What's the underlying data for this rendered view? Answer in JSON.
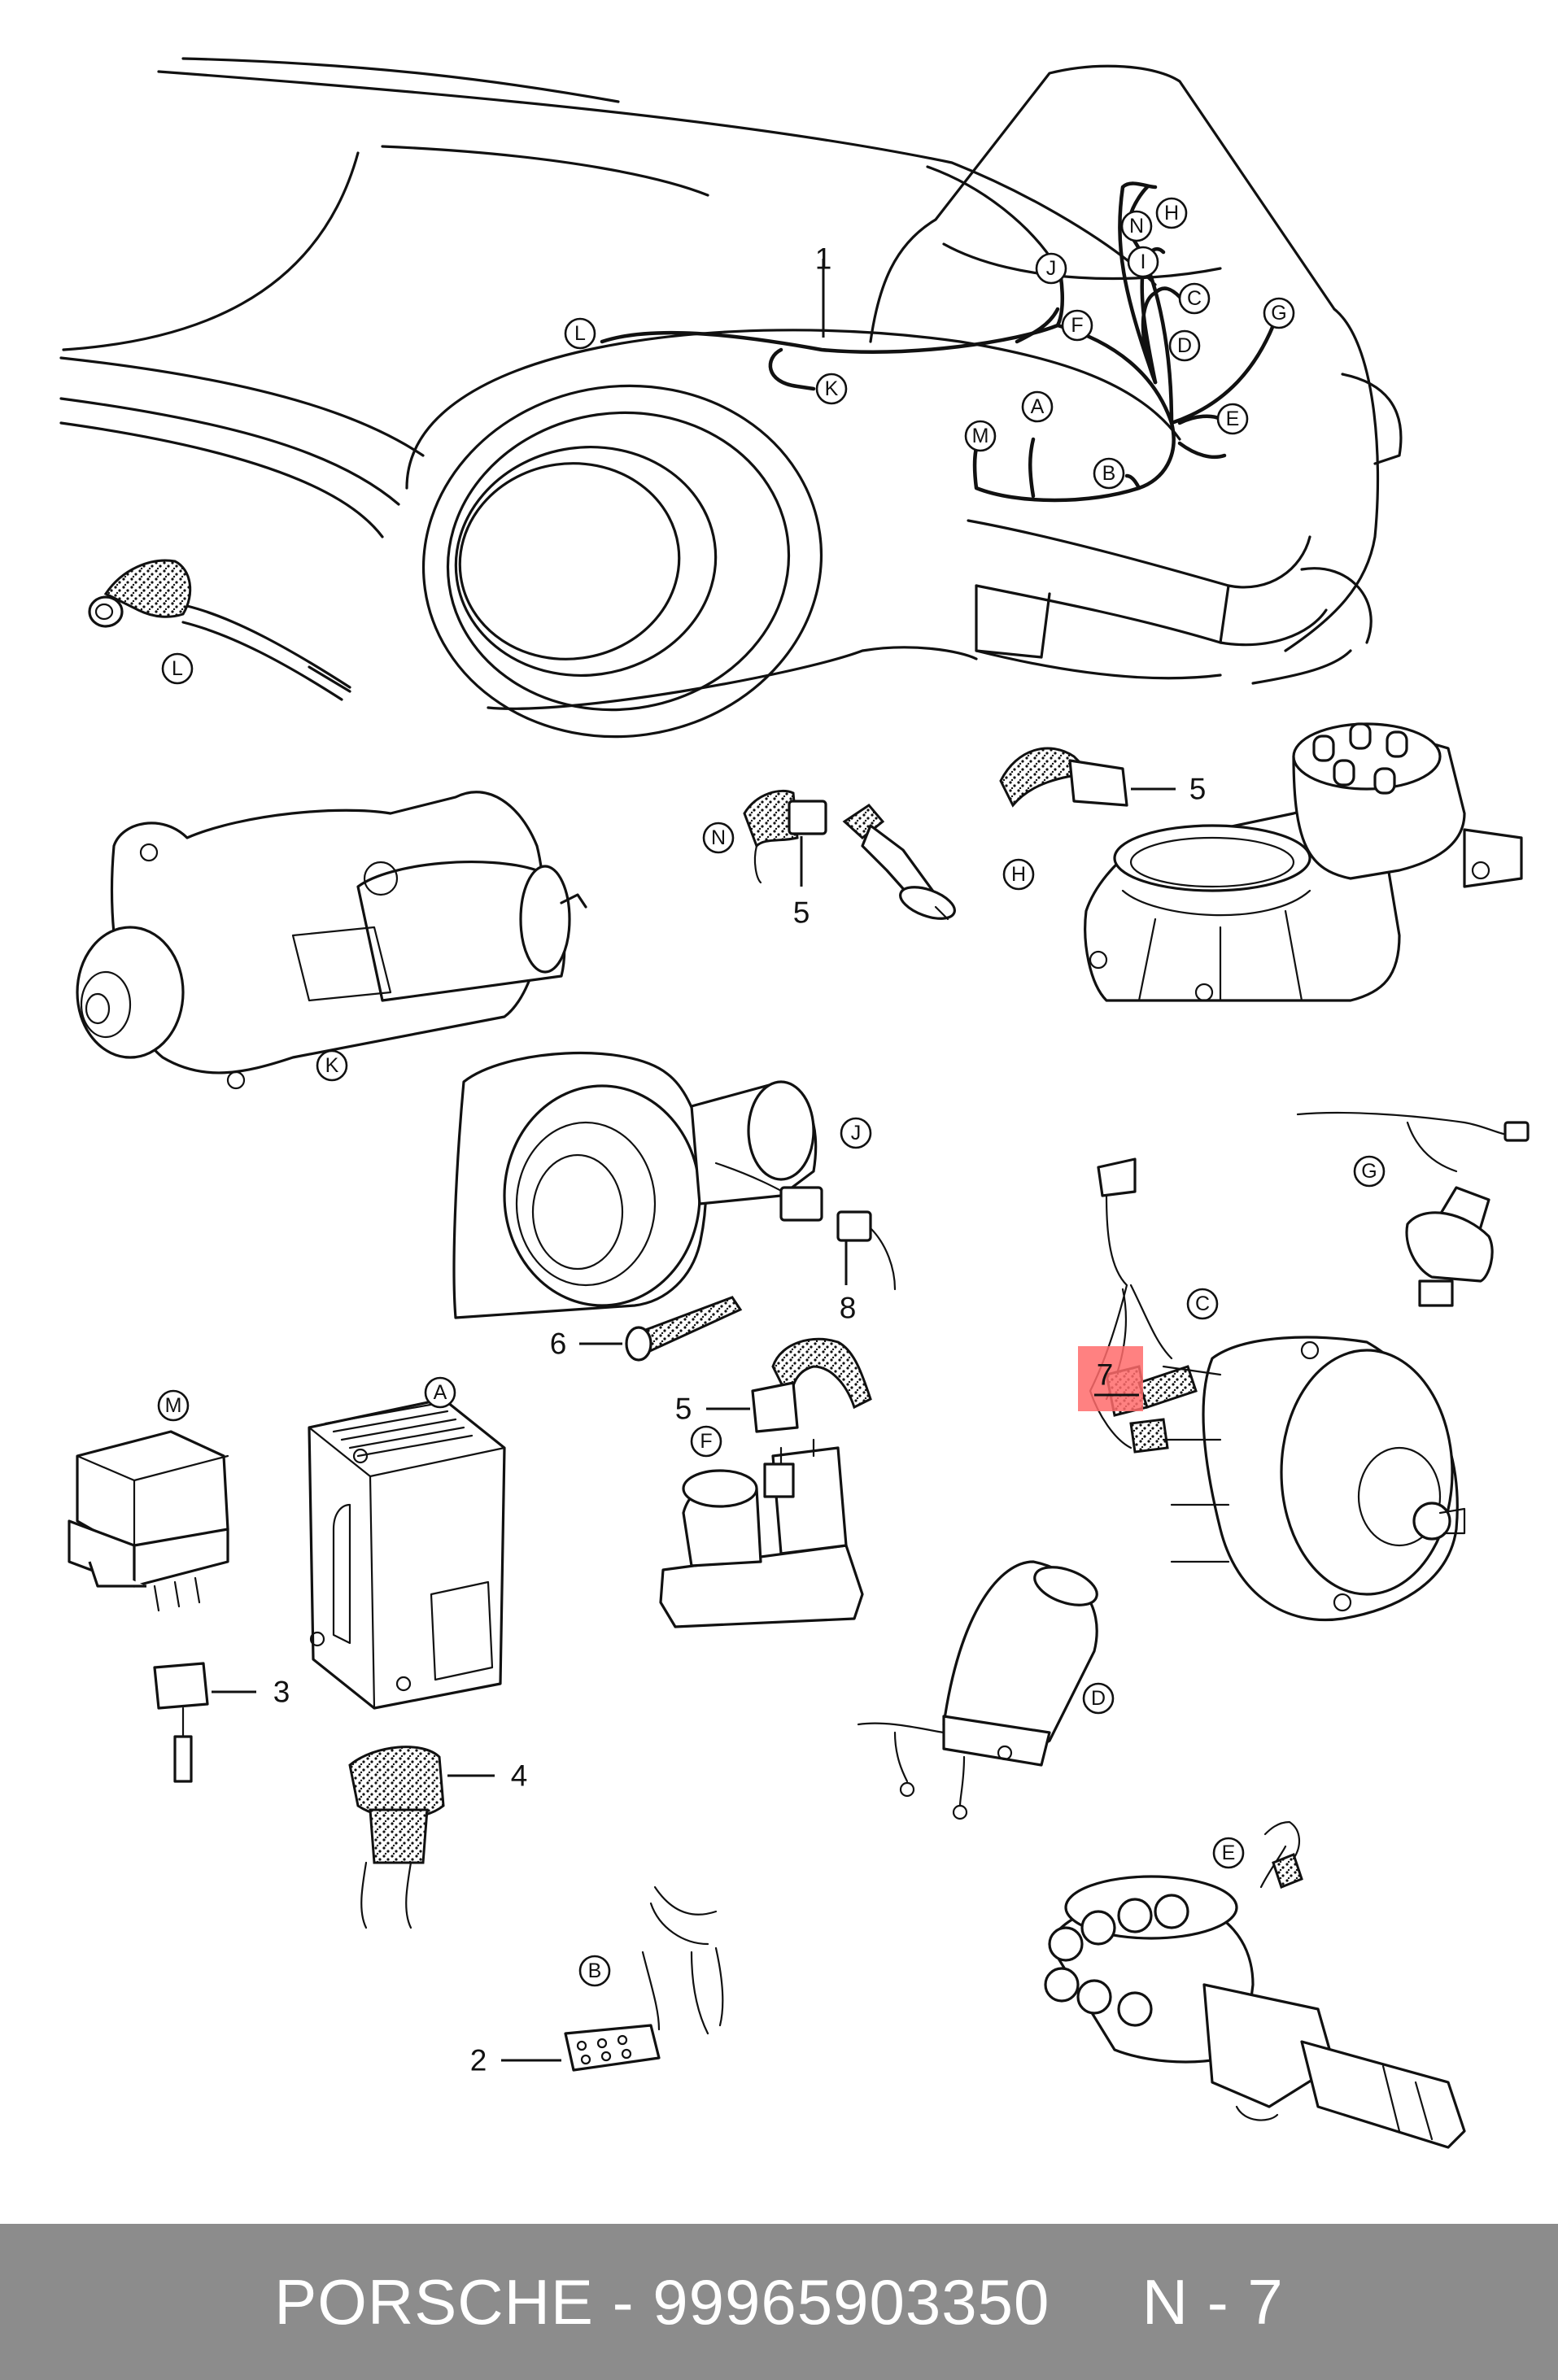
{
  "footer": {
    "text": "PORSCHE - 99965903350     N - 7"
  },
  "colors": {
    "footer_bg": "#8c8c8c",
    "footer_text": "#ffffff",
    "highlight": "#ff6b6b",
    "line": "#111111"
  },
  "callouts": {
    "harness_L": "L",
    "harness_K": "K",
    "harness_J": "J",
    "harness_F": "F",
    "harness_N": "N",
    "harness_H": "H",
    "harness_I": "I",
    "harness_C": "C",
    "harness_D": "D",
    "harness_G": "G",
    "harness_E": "E",
    "harness_A": "A",
    "harness_M": "M",
    "harness_B": "B",
    "part_L": "L",
    "part_K": "K",
    "part_N": "N",
    "part_H": "H",
    "part_J": "J",
    "part_G": "G",
    "part_C": "C",
    "part_M": "M",
    "part_A": "A",
    "part_F": "F",
    "part_D": "D",
    "part_E": "E",
    "part_B": "B"
  },
  "numbers": {
    "n1": "1",
    "n5_top": "5",
    "n5_mid": "5",
    "n5_low": "5",
    "n6": "6",
    "n7": "7",
    "n8": "8",
    "n3": "3",
    "n4": "4",
    "n2": "2"
  }
}
